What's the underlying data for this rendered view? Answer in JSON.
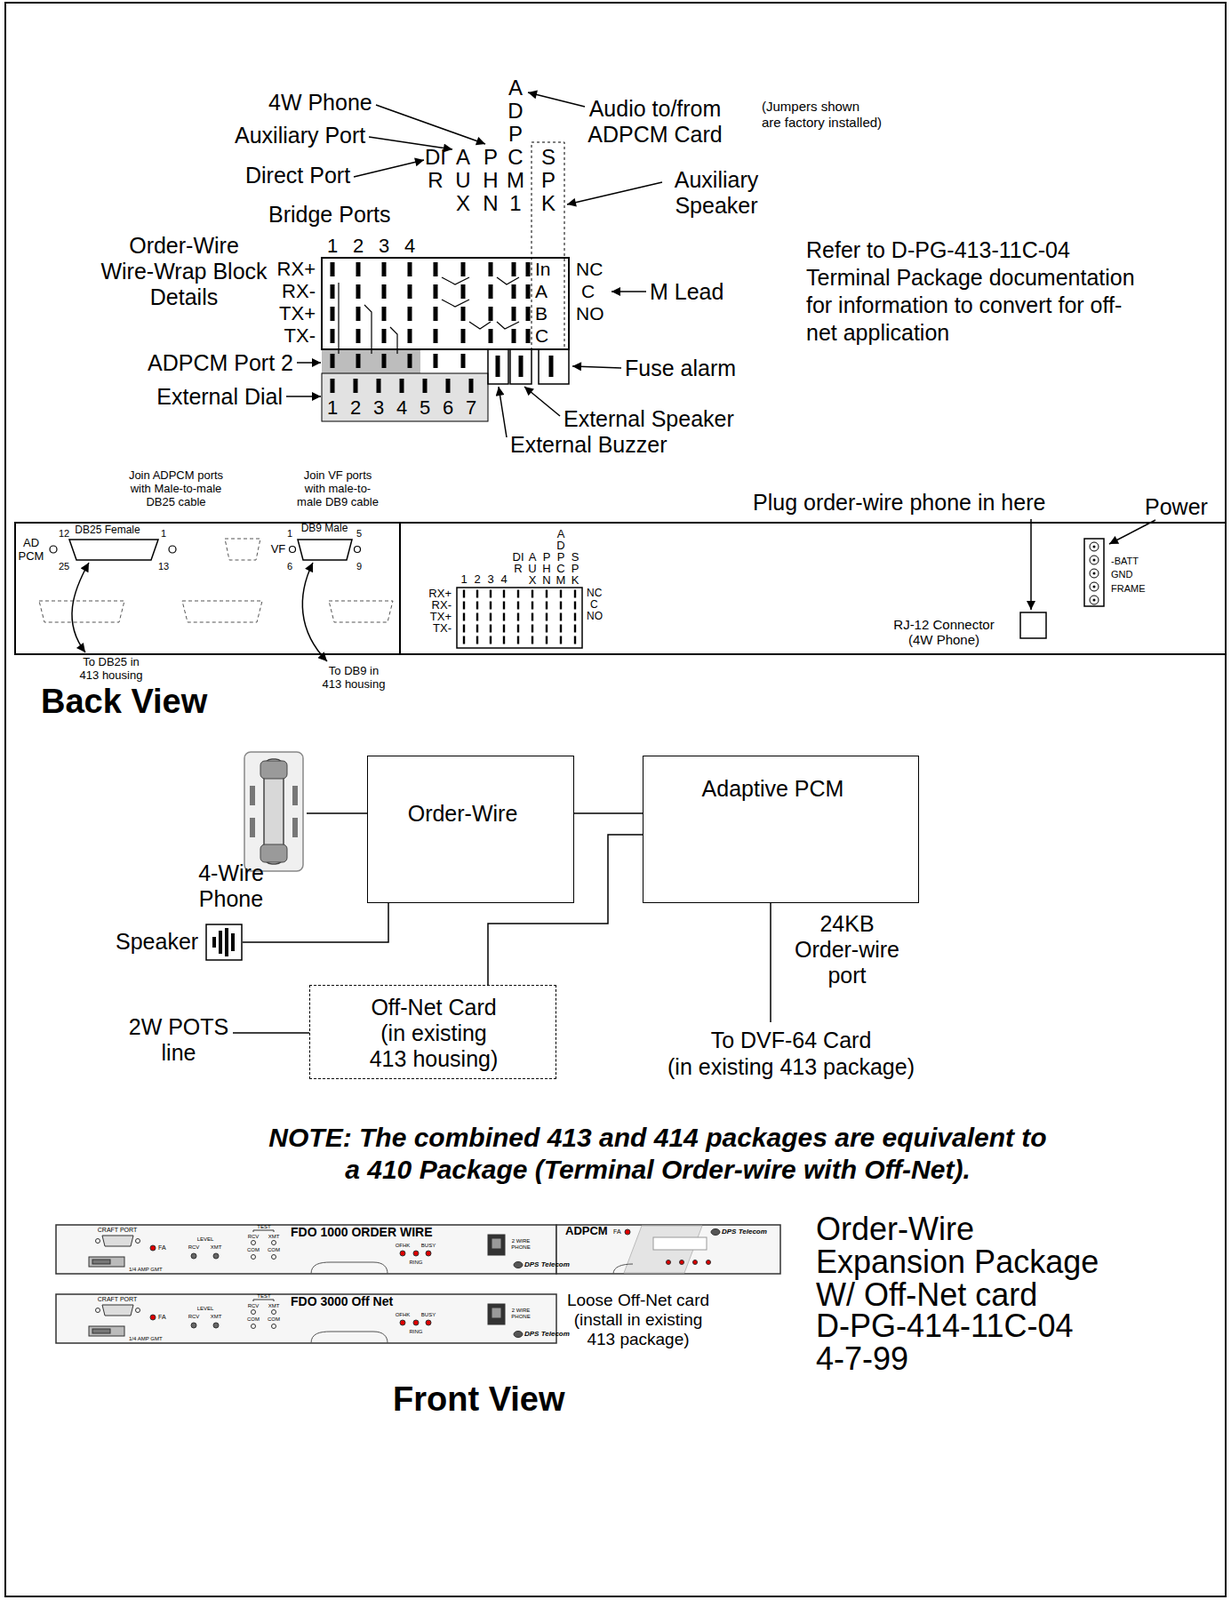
{
  "diagram": {
    "title": "Order-Wire Expansion Package W/ Off-Net card",
    "nodes": [
      {
        "text": [
          "4-Wire Phone"
        ]
      },
      {
        "text": [
          "Order-Wire"
        ]
      },
      {
        "text": [
          "Adaptive PCM"
        ]
      },
      {
        "text": [
          "Speaker"
        ]
      },
      {
        "text": [
          "Off-Net Card (in existing 413 housing)"
        ]
      }
    ],
    "edges": [
      {
        "from": 0,
        "to": 1,
        "arrow": "none"
      },
      {
        "from": 3,
        "to": 1,
        "arrow": "none"
      },
      {
        "from": 1,
        "to": 2,
        "arrow": "none"
      },
      {
        "from": 4,
        "to": 2,
        "arrow": "none"
      }
    ],
    "labels": [
      "4W Phone",
      "Auxiliary Port",
      "Direct Port",
      "Bridge Ports",
      "Order-Wire Wire-Wrap Block Details",
      "DIR",
      "AUX",
      "PHN",
      "ADPCM1",
      "SPK",
      "Audio to/from ADPCM Card",
      "(Jumpers shown",
      "are factory installed)",
      "Auxiliary Speaker",
      "1",
      "2",
      "3",
      "4",
      "RX+",
      "RX-",
      "TX+",
      "TX-",
      "In",
      "A",
      "B",
      "C",
      "NC",
      "C",
      "NO",
      "M Lead",
      "ADPCM Port 2",
      "External Dial",
      "1",
      "2",
      "3",
      "4",
      "5",
      "6",
      "7",
      "Fuse alarm",
      "External Speaker",
      "External Buzzer",
      "Refer to D-PG-413-11C-04 Terminal Package documentation for information to convert for off-net application",
      "Join ADPCM ports with Male-to-male DB25 cable",
      "Join VF ports with male-to-male DB9 cable",
      "DB25 Female",
      "AD PCM",
      "12",
      "1",
      "25",
      "13",
      "VF",
      "DB9 Male",
      "1",
      "5",
      "6",
      "9",
      "To DB25 in 413 housing",
      "To DB9 in 413 housing",
      "1",
      "2",
      "3",
      "4",
      "DIR",
      "AUX",
      "PHN",
      "ADPCM",
      "SPK",
      "RX+",
      "RX-",
      "TX+",
      "TX-",
      "NC",
      "C",
      "NO",
      "Plug order-wire phone in here",
      "Power",
      "RJ-12 Connector (4W Phone)",
      "-BATT",
      "GND",
      "FRAME",
      "Back View",
      "24KB Order-wire port",
      "To DVF-64 Card",
      "(in existing 413 package)",
      "2W POTS line",
      "NOTE: The combined 413 and 414 packages are equivalent to a 410 Package (Terminal Order-wire with Off-Net).",
      "Loose Off-Net card (install in existing 413 package)",
      "Front View",
      "CRAFT PORT",
      "FA",
      "1/4 AMP GMT",
      "LEVEL",
      "RCV",
      "XMT",
      "TEST",
      "RCV",
      "XMT",
      "COM",
      "COM",
      "FDO 1000 ORDER WIRE",
      "OFHK",
      "BUSY",
      "RING",
      "2 WIRE PHONE",
      "DPS Telecom",
      "ADPCM",
      "FA",
      "DPS Telecom",
      "CRAFT PORT",
      "FA",
      "1/4 AMP GMT",
      "LEVEL",
      "RCV",
      "XMT",
      "TEST",
      "RCV",
      "XMT",
      "COM",
      "COM",
      "FDO 3000 Off Net",
      "OFHK",
      "BUSY",
      "RING",
      "2 WIRE PHONE",
      "DPS Telecom",
      "D-PG-414-11C-04",
      "4-7-99"
    ]
  }
}
